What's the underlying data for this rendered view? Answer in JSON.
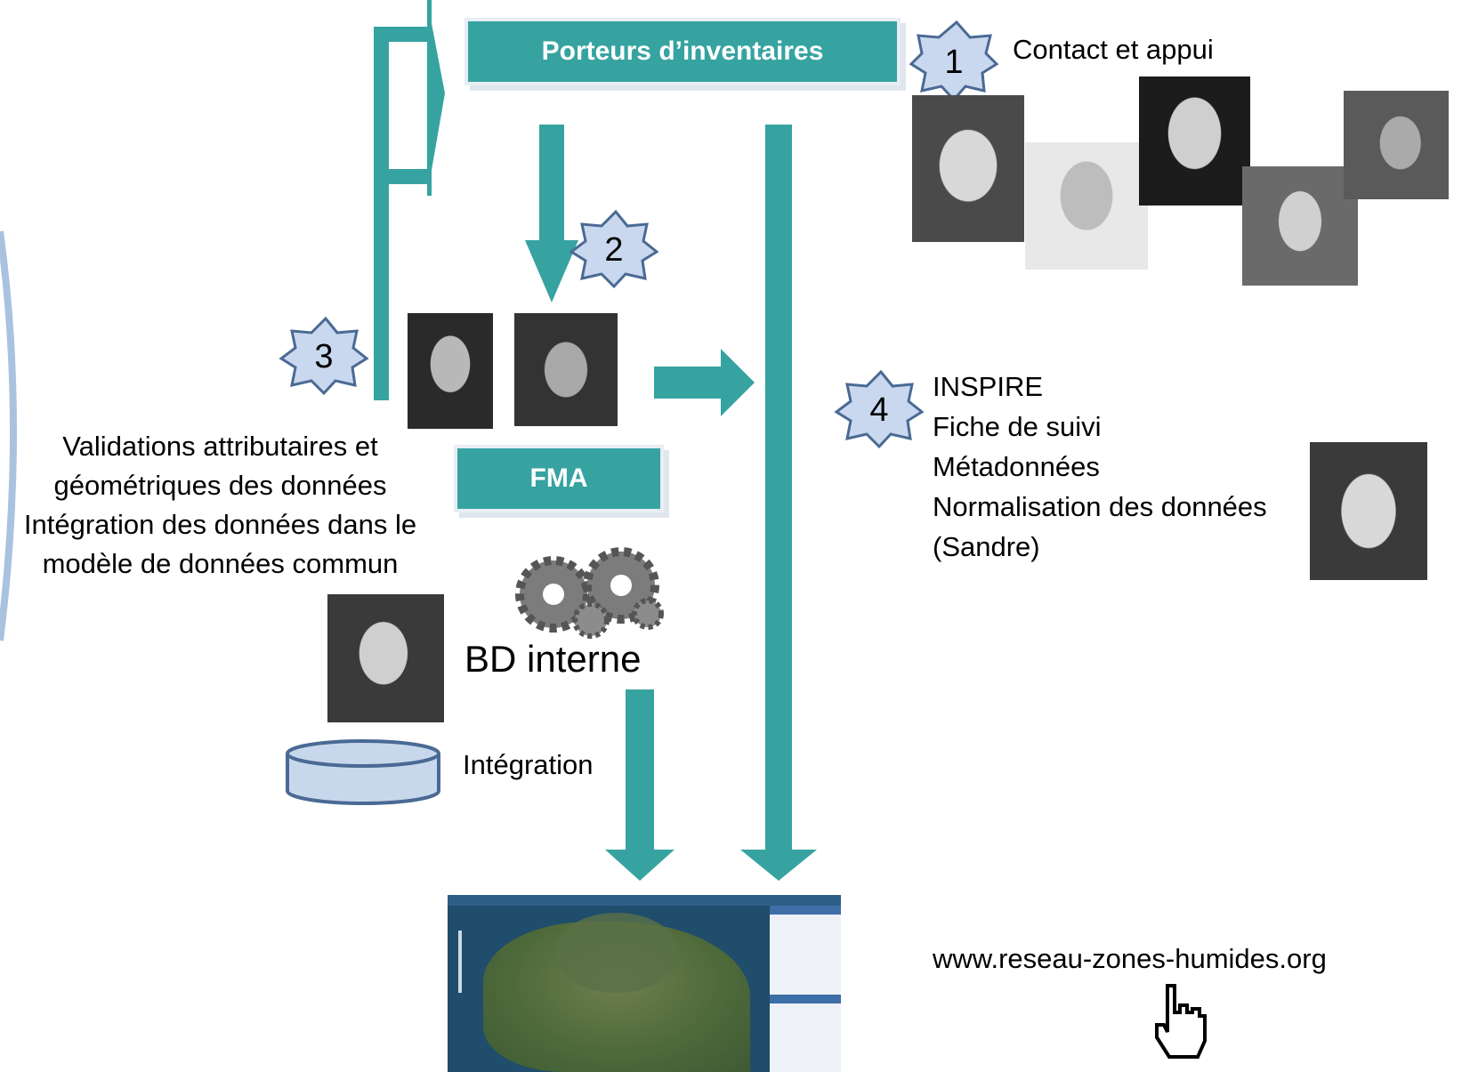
{
  "boxes": {
    "porteurs": "Porteurs d’inventaires",
    "fma": "FMA"
  },
  "steps": [
    "1",
    "2",
    "3",
    "4"
  ],
  "labels": {
    "contact": "Contact et appui",
    "validation": [
      "Validations attributaires et",
      "géométriques des données",
      "Intégration des données dans le",
      "modèle de données commun"
    ],
    "bd_interne": "BD interne",
    "integration": "Intégration",
    "step4": [
      "INSPIRE",
      "Fiche de suivi",
      "Métadonnées",
      "Normalisation des données",
      "(Sandre)"
    ],
    "url": "www.reseau-zones-humides.org"
  },
  "colors": {
    "teal": "#36a3a1",
    "star_fill": "#c9d8ee",
    "star_stroke": "#4a6a94",
    "db_fill": "#c8d8ec"
  },
  "icons": [
    "gears-icon",
    "database-icon",
    "hand-pointer-icon",
    "map-screenshot"
  ]
}
